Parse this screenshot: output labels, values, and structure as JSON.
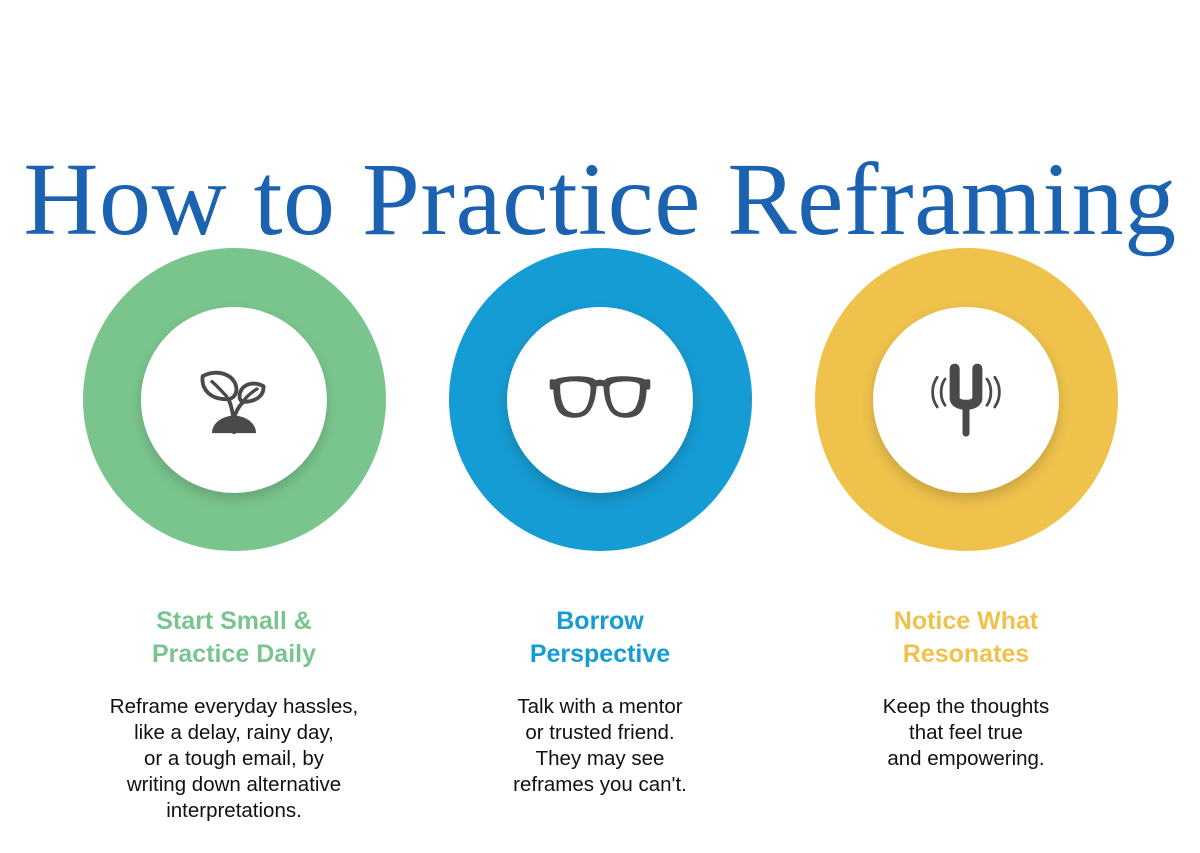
{
  "page": {
    "title": "How to Practice Reframing",
    "background_color": "#ffffff",
    "title_color": "#1b63b0",
    "icon_color": "#4a4a4a",
    "body_text_color": "#111111"
  },
  "cards": [
    {
      "icon": "seedling-icon",
      "circle_color": "#7ac58e",
      "heading_color": "#7ac58e",
      "heading": "Start Small &\nPractice Daily",
      "body": "Reframe everyday hassles,\nlike a delay, rainy day,\nor a tough email, by\nwriting down alternative\ninterpretations."
    },
    {
      "icon": "eyeglasses-icon",
      "circle_color": "#169cd4",
      "heading_color": "#169cd4",
      "heading": "Borrow\nPerspective",
      "body": "Talk with a mentor\nor trusted friend.\nThey may see\nreframes you can't."
    },
    {
      "icon": "tuning-fork-icon",
      "circle_color": "#efc24c",
      "heading_color": "#efc24c",
      "heading": "Notice What\nResonates",
      "body": "Keep the thoughts\nthat feel true\nand empowering."
    }
  ]
}
